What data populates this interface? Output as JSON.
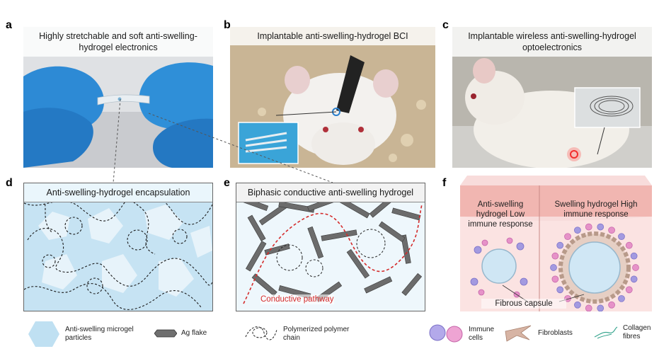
{
  "panels": {
    "a": {
      "letter": "a",
      "title": "Highly stretchable and soft anti-swelling-hydrogel electronics"
    },
    "b": {
      "letter": "b",
      "title": "Implantable anti-swelling-hydrogel BCI"
    },
    "c": {
      "letter": "c",
      "title": "Implantable wireless anti-swelling-hydrogel optoelectronics"
    },
    "d": {
      "letter": "d",
      "title": "Anti-swelling-hydrogel encapsulation"
    },
    "e": {
      "letter": "e",
      "title": "Biphasic conductive anti-swelling hydrogel",
      "pathway_label": "Conductive pathway"
    },
    "f": {
      "letter": "f",
      "left_label": "Anti-swelling hydrogel Low immune response",
      "right_label": "Swelling hydrogel High immune response",
      "capsule_label": "Fibrous capsule"
    }
  },
  "legend": {
    "microgel": "Anti-swelling microgel particles",
    "ag_flake": "Ag flake",
    "polymer": "Polymerized polymer chain",
    "immune": "Immune cells",
    "fibroblasts": "Fibroblasts",
    "collagen": "Collagen fibres"
  },
  "colors": {
    "hydrogel_blue": "#bfe0f2",
    "ag_gray": "#6f6f6f",
    "pathway_red": "#d42a2a",
    "tissue_pink": "#f6c9c6",
    "glove_blue": "#2f8fd8"
  }
}
